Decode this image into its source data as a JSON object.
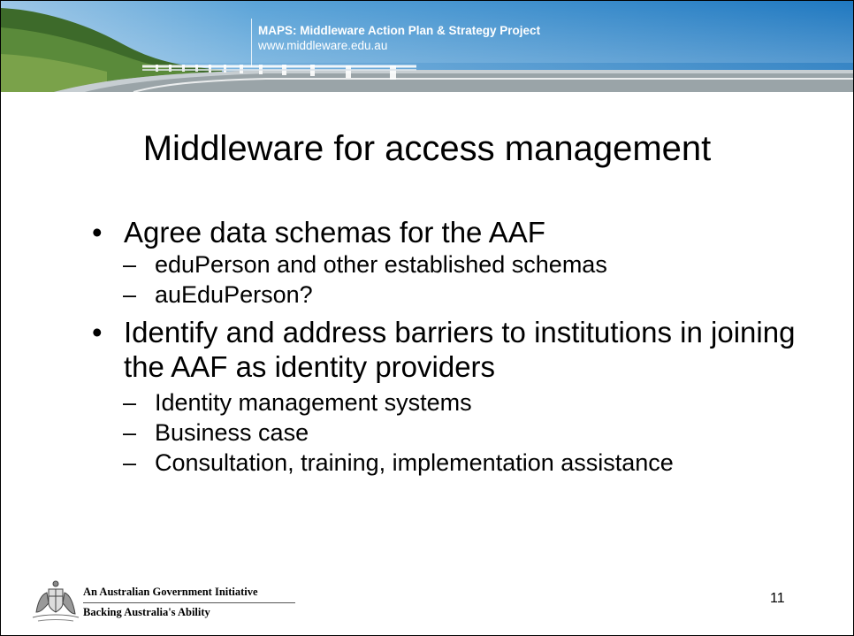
{
  "banner": {
    "title": "MAPS: Middleware Action Plan & Strategy Project",
    "url": "www.middleware.edu.au",
    "colors": {
      "sky": "#2f86c6",
      "sky_light": "#b7d7ee",
      "hill": "#3f6b2d"
    }
  },
  "slide": {
    "title": "Middleware for access management",
    "bullets": [
      {
        "text": "Agree data schemas for the AAF",
        "subs": [
          "eduPerson and other established schemas",
          "auEduPerson?"
        ]
      },
      {
        "text": "Identify and address barriers to institutions in joining the AAF as identity providers",
        "subs": [
          "Identity management systems",
          "Business case",
          "Consultation, training, implementation assistance"
        ]
      }
    ],
    "bullet_symbol": "•",
    "sub_symbol": "–"
  },
  "footer": {
    "line1": "An Australian Government Initiative",
    "line2": "Backing Australia's Ability",
    "page_number": "11",
    "logo_icon": "coat-of-arms-icon"
  }
}
